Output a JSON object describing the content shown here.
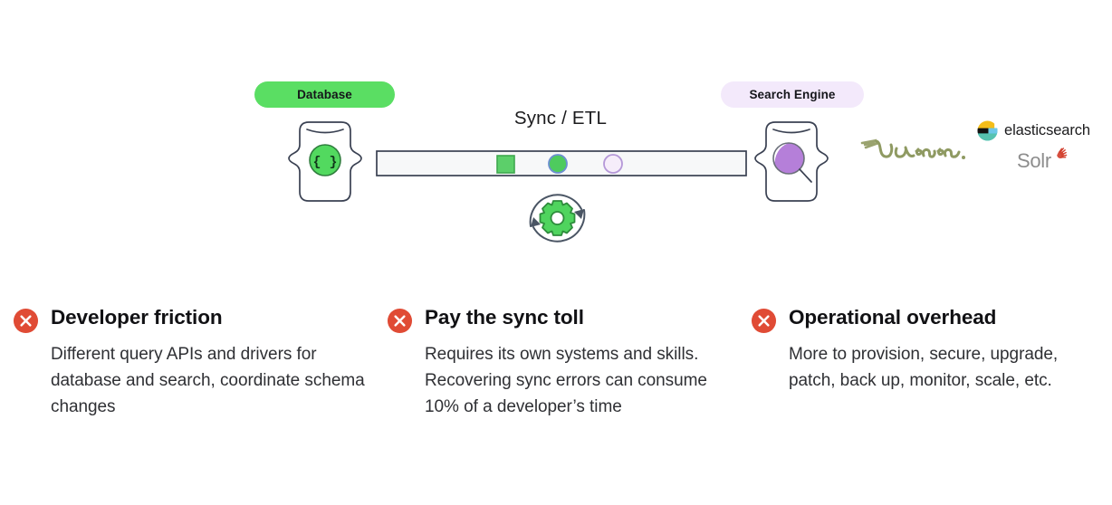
{
  "diagram": {
    "database_pill": {
      "label": "Database",
      "color": "#5ADE63"
    },
    "search_pill": {
      "label": "Search Engine",
      "color": "#F3E9FB"
    },
    "sync_label": "Sync / ETL",
    "database_node_icon": "database-braces-icon",
    "search_node_icon": "search-magnifier-icon",
    "belt_icon": "conveyor-belt",
    "gear_icon": "sync-gear-icon",
    "belt_items": [
      {
        "shape": "square",
        "fill": "#5CCF6A",
        "stroke": "#3FA94F"
      },
      {
        "shape": "circle",
        "fill": "#4ECB5E",
        "stroke": "#6C8FD0"
      },
      {
        "shape": "circle",
        "fill": "#F6EDFA",
        "stroke": "#B598D8"
      }
    ],
    "vendors": [
      {
        "name": "Lucene",
        "icon": "lucene-logo"
      },
      {
        "name": "elasticsearch",
        "icon": "elasticsearch-logo"
      },
      {
        "name": "Solr",
        "icon": "solr-logo"
      }
    ]
  },
  "columns": [
    {
      "icon": "error-x-icon",
      "icon_color": "#E04B35",
      "title": "Developer friction",
      "body": "Different query APIs and drivers for database and search, coordinate schema changes"
    },
    {
      "icon": "error-x-icon",
      "icon_color": "#E04B35",
      "title": "Pay the sync toll",
      "body": "Requires its own systems and skills. Recovering sync errors can consume 10% of a developer’s time"
    },
    {
      "icon": "error-x-icon",
      "icon_color": "#E04B35",
      "title": "Operational overhead",
      "body": "More to provision, secure, upgrade, patch, back up, monitor, scale, etc."
    }
  ]
}
